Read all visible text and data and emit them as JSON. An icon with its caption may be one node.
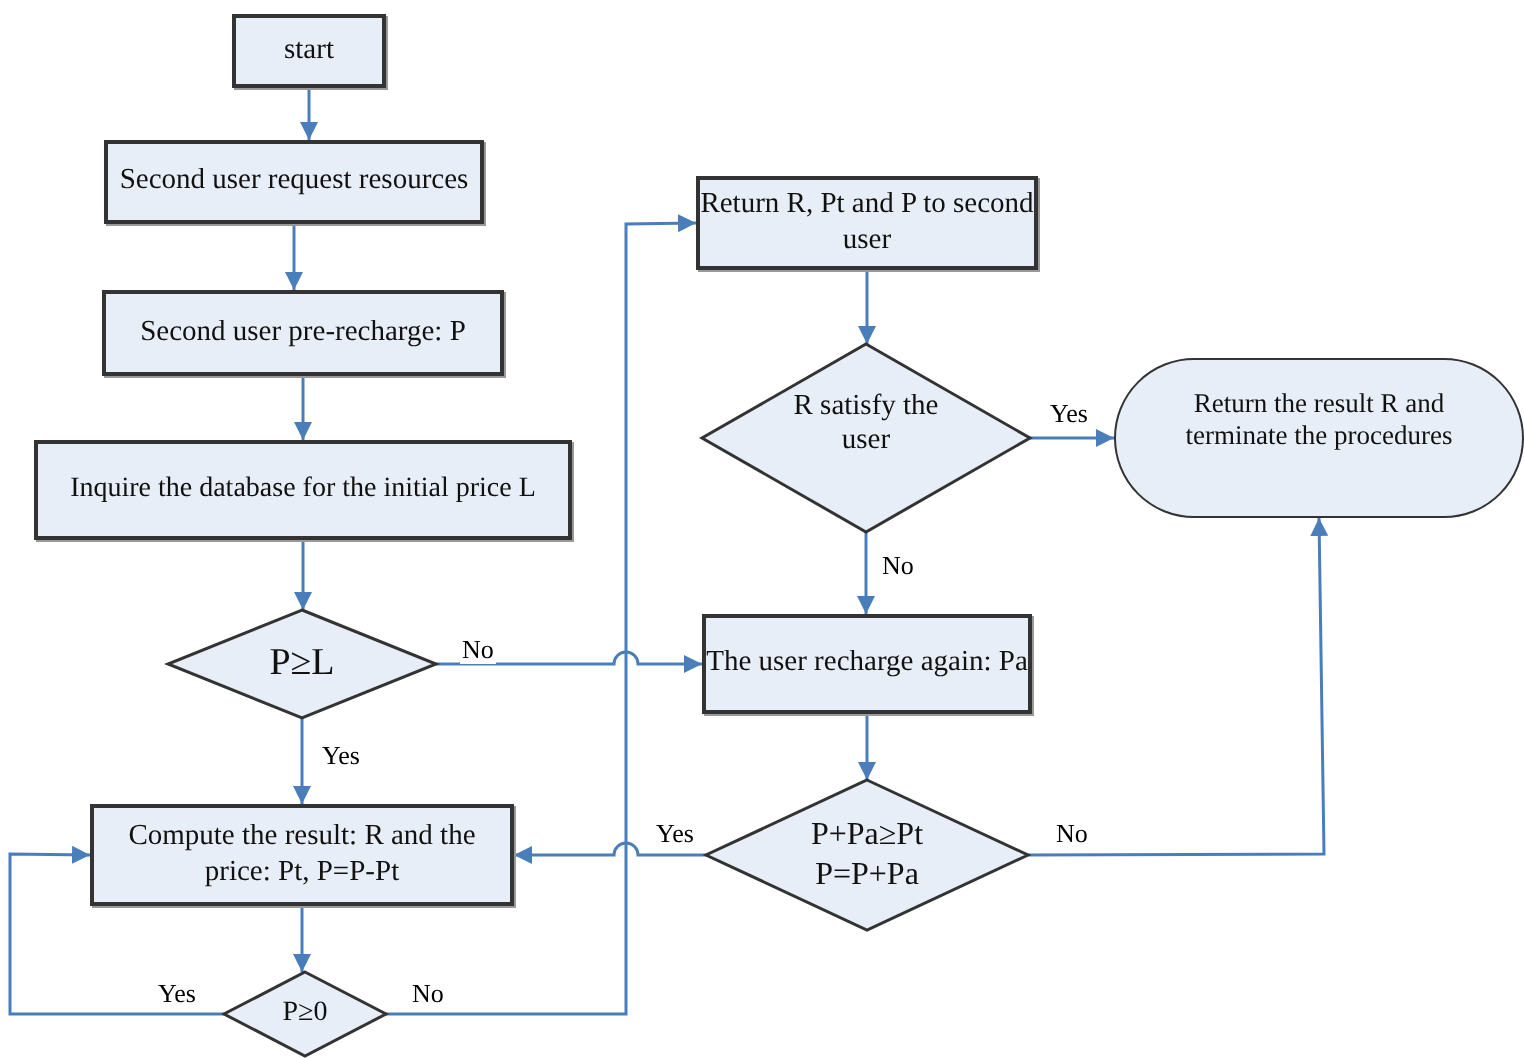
{
  "diagram": {
    "nodes": [
      {
        "text": [
          "start"
        ]
      },
      {
        "text": [
          "Second user request resources"
        ]
      },
      {
        "text": [
          "Second user pre-recharge: P"
        ]
      },
      {
        "text": [
          "Inquire the database for the initial price L"
        ]
      },
      {
        "text": [
          "P≥L"
        ]
      },
      {
        "text": [
          "Compute the result: R and the price: Pt, P=P-Pt"
        ]
      },
      {
        "text": [
          "P≥0"
        ]
      },
      {
        "text": [
          "Return R, Pt and P to second user"
        ]
      },
      {
        "text": [
          "R satisfy the user"
        ]
      },
      {
        "text": [
          "Return the result R and terminate the procedures"
        ]
      },
      {
        "text": [
          "The user recharge again: Pa"
        ]
      },
      {
        "text": [
          "P+Pa≥Pt",
          "P=P+Pa"
        ]
      }
    ],
    "edges": [
      {
        "from": 0,
        "to": 1,
        "arrow": "to"
      },
      {
        "from": 1,
        "to": 2,
        "arrow": "to"
      },
      {
        "from": 2,
        "to": 3,
        "arrow": "to"
      },
      {
        "from": 3,
        "to": 4,
        "arrow": "to"
      },
      {
        "from": 4,
        "to": 5,
        "arrow": "to",
        "label": "Yes"
      },
      {
        "from": 4,
        "to": 10,
        "arrow": "to",
        "label": "No"
      },
      {
        "from": 5,
        "to": 6,
        "arrow": "to"
      },
      {
        "from": 6,
        "to": 5,
        "arrow": "to",
        "label": "Yes"
      },
      {
        "from": 6,
        "to": 7,
        "arrow": "to",
        "label": "No"
      },
      {
        "from": 7,
        "to": 8,
        "arrow": "to"
      },
      {
        "from": 8,
        "to": 9,
        "arrow": "to",
        "label": "Yes"
      },
      {
        "from": 8,
        "to": 10,
        "arrow": "to",
        "label": "No"
      },
      {
        "from": 10,
        "to": 11,
        "arrow": "to"
      },
      {
        "from": 11,
        "to": 5,
        "arrow": "to",
        "label": "Yes"
      },
      {
        "from": 11,
        "to": 9,
        "arrow": "to",
        "label": "No"
      }
    ]
  }
}
